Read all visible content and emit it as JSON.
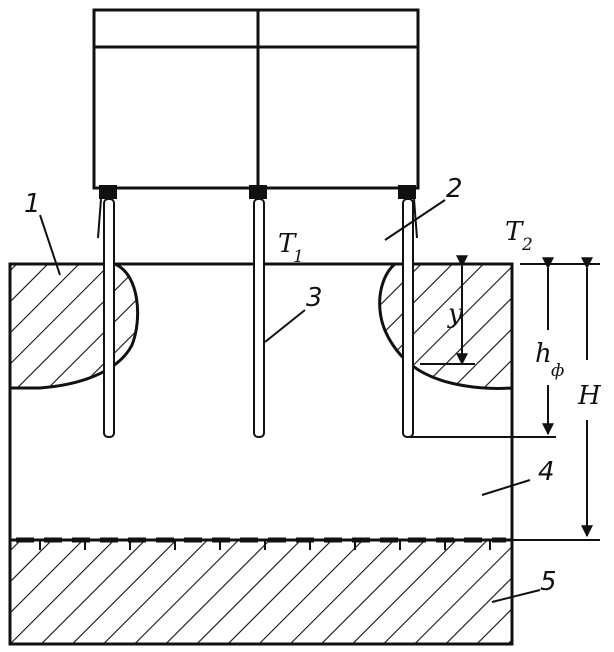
{
  "labels": {
    "n1": "1",
    "n2": "2",
    "n3": "3",
    "n4": "4",
    "n5": "5",
    "t1_main": "T",
    "t1_sub": "1",
    "t2_main": "T",
    "t2_sub": "2",
    "y": "y",
    "hf_main": "h",
    "hf_sub": "ф",
    "H": "H"
  }
}
